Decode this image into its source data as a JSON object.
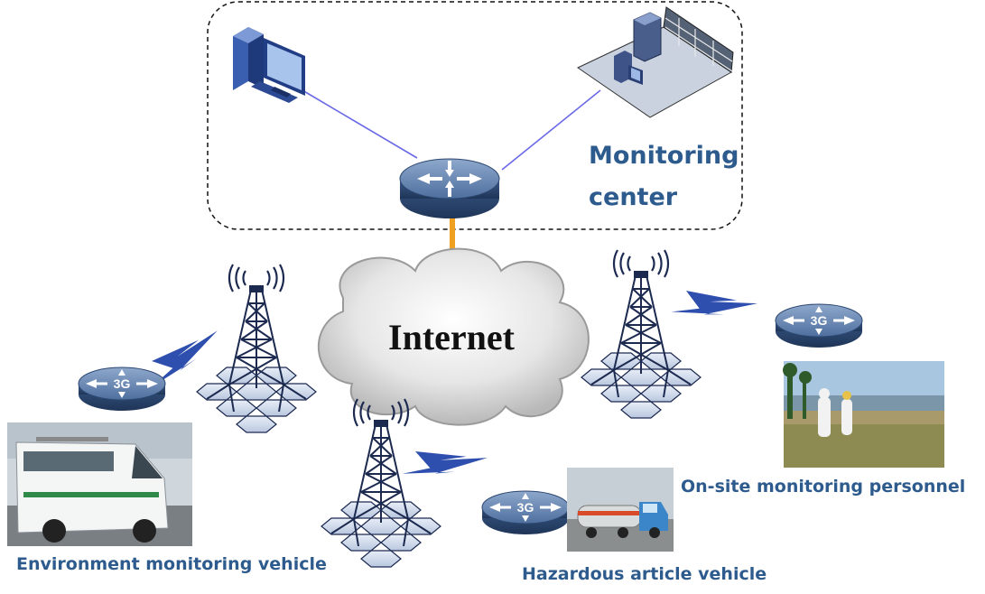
{
  "labels": {
    "monitoring_center_line1": "Monitoring",
    "monitoring_center_line2": "center",
    "internet": "Internet",
    "environment_vehicle": "Environment monitoring vehicle",
    "hazardous_vehicle": "Hazardous article vehicle",
    "onsite_personnel": "On-site monitoring personnel"
  },
  "router_3g_label": "3G",
  "colors": {
    "label_blue": "#2e5b8d",
    "router_blue": "#5c7fae",
    "router_dark": "#2c4770",
    "link_orange": "#f0a020",
    "lan_line": "#6a6ae6",
    "lightning": "#2f4fae"
  },
  "icons": [
    "workstation-icon",
    "monitoring-room-icon",
    "core-router-icon",
    "cloud-icon",
    "tower-icon",
    "3g-router-icon",
    "lightning-icon"
  ]
}
